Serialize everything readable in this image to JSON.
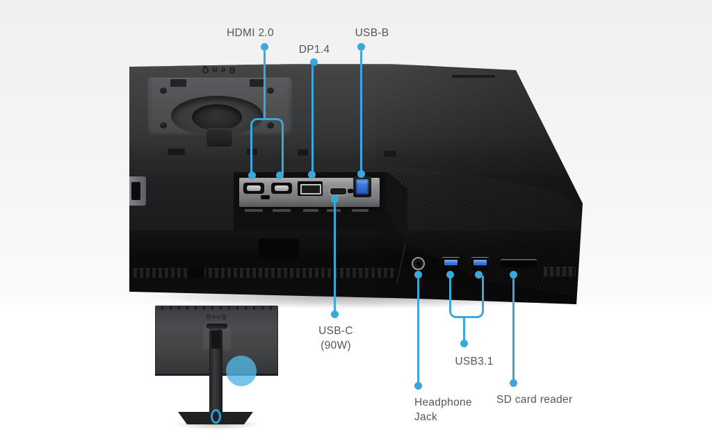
{
  "colors": {
    "accent_blue": "#3BA7DC",
    "label_text": "#54565A",
    "usb_port_blue": "#2F6FD6"
  },
  "monitor": {
    "brand_logo_upside_down": "BenQ"
  },
  "inset": {
    "brand_logo": "BenQ"
  },
  "callouts": {
    "hdmi": {
      "label": "HDMI 2.0"
    },
    "dp": {
      "label": "DP1.4"
    },
    "usb_b": {
      "label": "USB-B"
    },
    "usb_c": {
      "label_line1": "USB-C",
      "label_line2": "(90W)"
    },
    "usb31": {
      "label": "USB3.1"
    },
    "headphone": {
      "label_line1": "Headphone",
      "label_line2": "Jack"
    },
    "sd": {
      "label": "SD card reader"
    }
  }
}
